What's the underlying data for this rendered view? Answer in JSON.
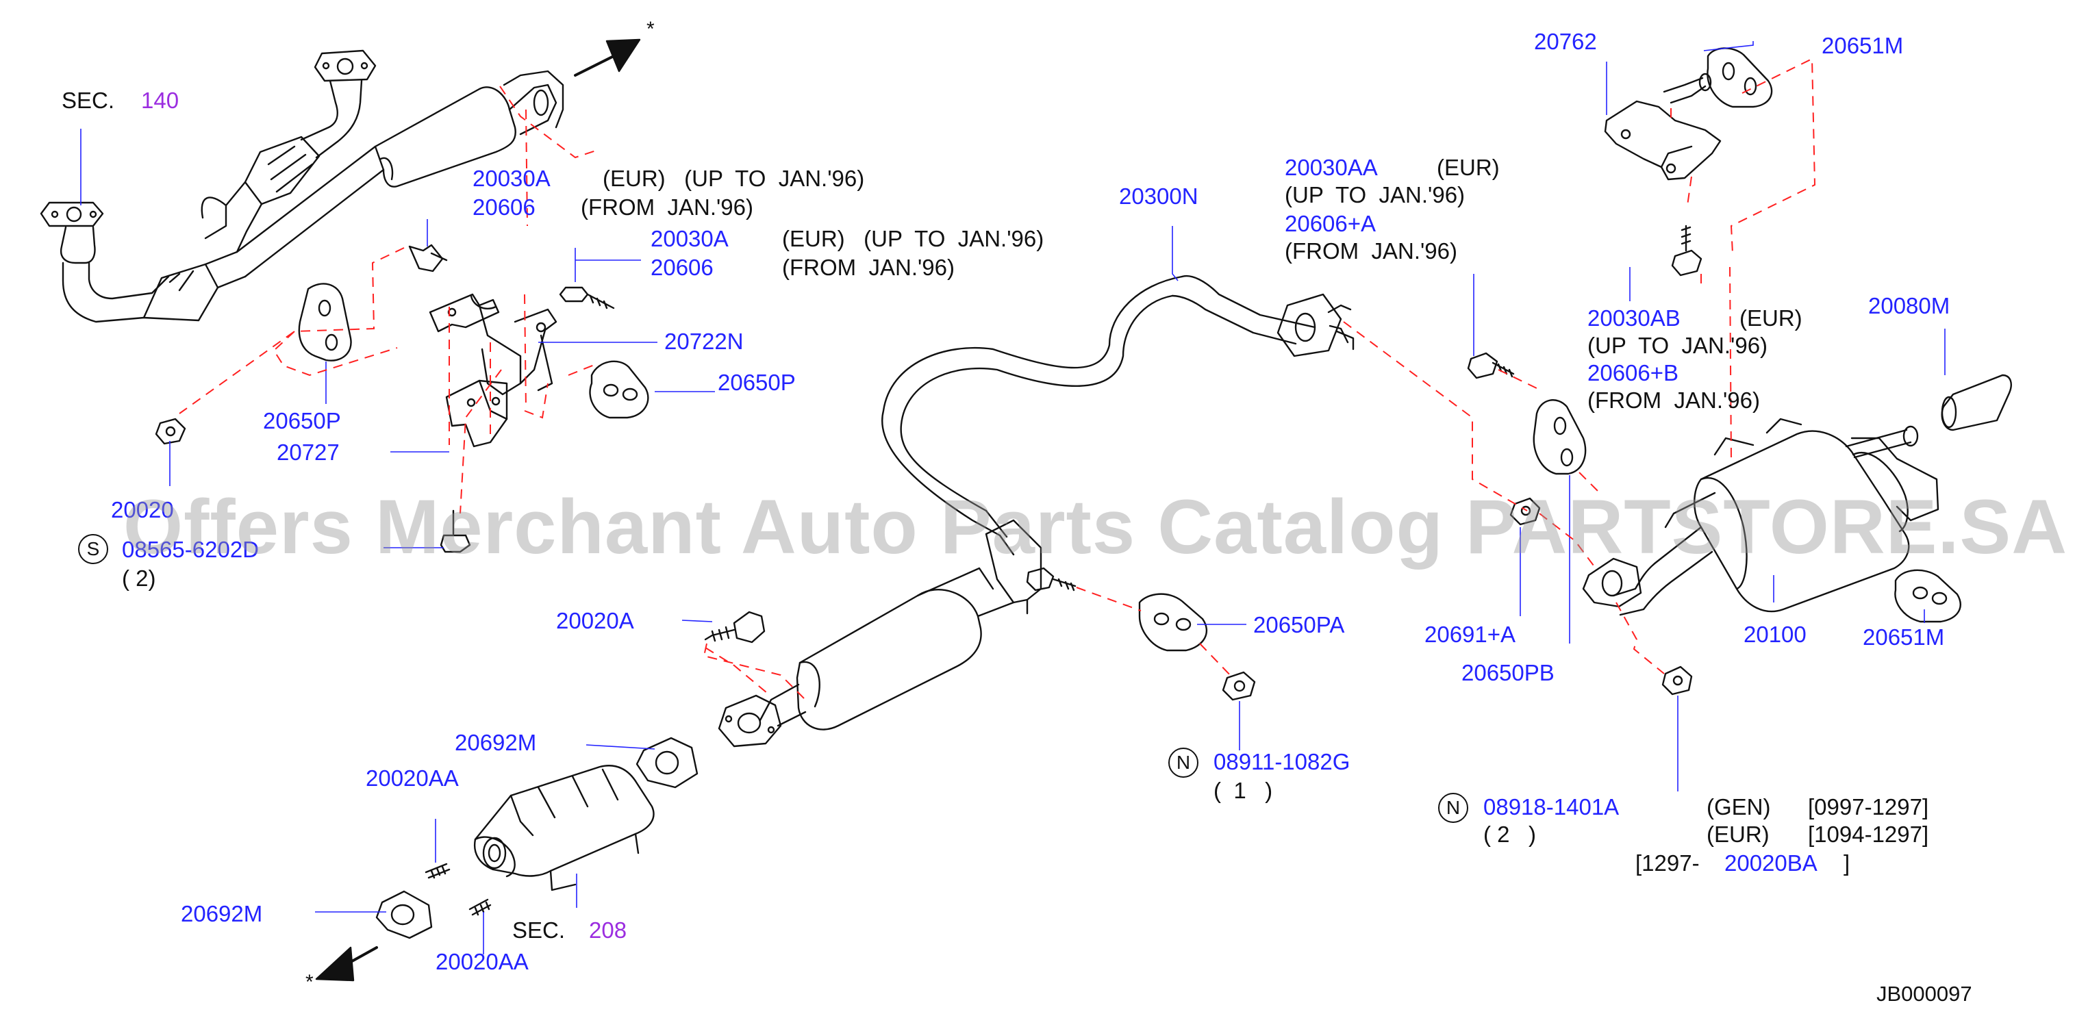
{
  "diagram_id": "JB000097",
  "watermark": "Offers Merchant Auto Parts Catalog PARTSTORE.SA",
  "colors": {
    "part_label": "#2323ff",
    "section_ref": "#9b2de0",
    "dash_line": "#ff2020",
    "text": "#111111"
  },
  "sections": [
    {
      "prefix": "SEC.",
      "number": "140"
    },
    {
      "prefix": "SEC.",
      "number": "208"
    }
  ],
  "parts": {
    "p20030A_1": "20030A",
    "p20030A_1_note1": "(EUR)   (UP  TO  JAN.'96)",
    "p20606_1": "20606",
    "p20606_1_note": "(FROM  JAN.'96)",
    "p20030A_2": "20030A",
    "p20030A_2_note1": "(EUR)   (UP  TO  JAN.'96)",
    "p20606_2": "20606",
    "p20606_2_note": "(FROM  JAN.'96)",
    "p20722N": "20722N",
    "p20650P_a": "20650P",
    "p20650P_b": "20650P",
    "p20727": "20727",
    "p20020_cut": "20020",
    "pS_code": "08565-6202D",
    "pS_qty": "( 2)",
    "p20300N": "20300N",
    "p20030AA": "20030AA",
    "p20030AA_note1": "(EUR)",
    "p20030AA_note2": "(UP  TO  JAN.'96)",
    "p20606A": "20606+A",
    "p20606A_note": "(FROM  JAN.'96)",
    "p20762": "20762",
    "p20651M_a": "20651M",
    "p20651M_b": "20651M",
    "p20030AB": "20030AB",
    "p20030AB_note1": "(EUR)",
    "p20030AB_note2": "(UP  TO  JAN.'96)",
    "p20606B": "20606+B",
    "p20606B_note": "(FROM  JAN.'96)",
    "p20080M": "20080M",
    "p20020A": "20020A",
    "p20650PA": "20650PA",
    "pN1_code": "08911-1082G",
    "pN1_qty": "(  1   )",
    "p20691A": "20691+A",
    "p20650PB": "20650PB",
    "p20100": "20100",
    "p20692M_a": "20692M",
    "p20692M_b": "20692M",
    "p20020AA_a": "20020AA",
    "p20020AA_b": "20020AA",
    "pN2_code": "08918-1401A",
    "pN2_qty": "( 2   )",
    "pN2_gen": "(GEN)",
    "pN2_gen_range": "[0997-1297]",
    "pN2_eur": "(EUR)",
    "pN2_eur_range": "[1094-1297]",
    "pN2_alt_open": "[1297-",
    "pN2_alt_part": "20020BA",
    "pN2_alt_close": "]"
  },
  "symbols": {
    "S": "S",
    "N": "N",
    "arrow_mark": "*"
  }
}
